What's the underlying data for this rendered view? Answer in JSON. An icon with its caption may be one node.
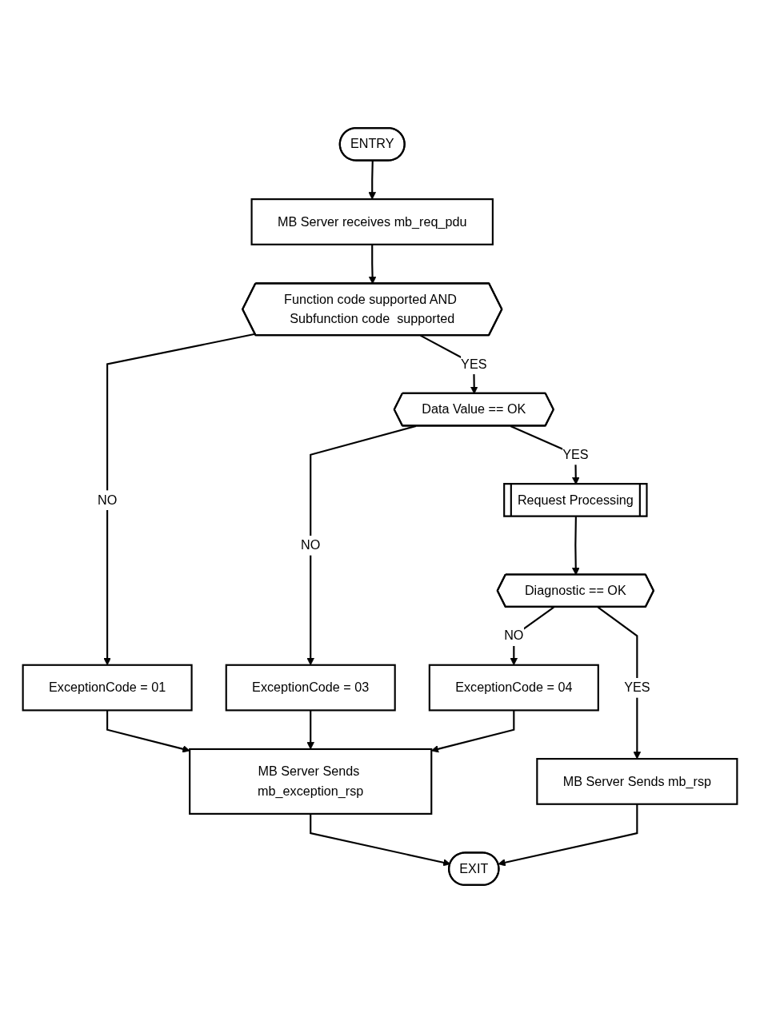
{
  "diagram": {
    "nodes": [
      {
        "text": [
          "ENTRY"
        ]
      },
      {
        "text": [
          "MB Server receives mb_req_pdu"
        ]
      },
      {
        "text": [
          "Function code supported AND Subfunction code  supported"
        ]
      },
      {
        "text": [
          "ExceptionCode = 01"
        ]
      },
      {
        "text": [
          "Data Value == OK"
        ]
      },
      {
        "text": [
          "ExceptionCode = 03"
        ]
      },
      {
        "text": [
          "Request Processing"
        ]
      },
      {
        "text": [
          "Diagnostic == OK"
        ]
      },
      {
        "text": [
          "ExceptionCode = 04"
        ]
      },
      {
        "text": [
          "MB Server Sends mb_rsp"
        ]
      },
      {
        "text": [
          "MB Server Sends mb_exception_rsp"
        ]
      },
      {
        "text": [
          "EXIT"
        ]
      }
    ],
    "edges": [
      {
        "from": 0,
        "to": 1,
        "arrow": "to"
      },
      {
        "from": 1,
        "to": 2,
        "arrow": "to"
      },
      {
        "from": 2,
        "to": 3,
        "label": "NO",
        "arrow": "to"
      },
      {
        "from": 2,
        "to": 4,
        "label": "YES",
        "arrow": "to"
      },
      {
        "from": 4,
        "to": 5,
        "label": "NO",
        "arrow": "to"
      },
      {
        "from": 4,
        "to": 6,
        "label": "YES",
        "arrow": "to"
      },
      {
        "from": 6,
        "to": 7,
        "arrow": "to"
      },
      {
        "from": 7,
        "to": 8,
        "label": "NO",
        "arrow": "to"
      },
      {
        "from": 7,
        "to": 9,
        "label": "YES",
        "arrow": "to"
      },
      {
        "from": 3,
        "to": 10,
        "arrow": "to"
      },
      {
        "from": 5,
        "to": 10,
        "arrow": "to"
      },
      {
        "from": 8,
        "to": 10,
        "arrow": "to"
      },
      {
        "from": 9,
        "to": 11,
        "arrow": "to"
      },
      {
        "from": 10,
        "to": 11,
        "arrow": "to"
      }
    ]
  }
}
